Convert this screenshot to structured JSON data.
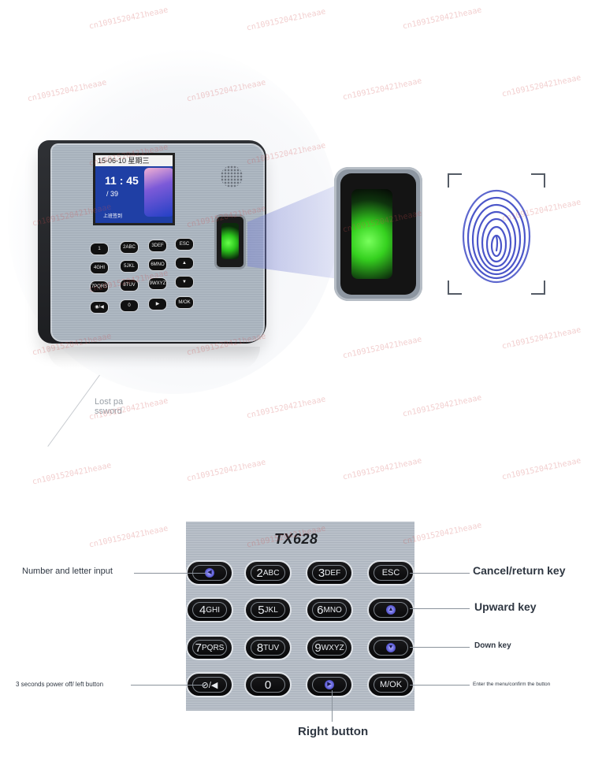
{
  "device_screen": {
    "date_line": "15-06-10  星期三",
    "time": "11 : 45",
    "seconds": "/ 39",
    "status": "上班签到"
  },
  "small_keypad": [
    "1",
    "2ABC",
    "3DEF",
    "ESC",
    "4GHI",
    "5JKL",
    "6MNO",
    "▲",
    "7PQRS",
    "8TUV",
    "9WXYZ",
    "▼",
    "◉/◀",
    "0",
    "▶",
    "M/OK"
  ],
  "lost_password_text": [
    "Lost pa",
    "ssword"
  ],
  "keypad": {
    "model": "TX628",
    "rows": [
      [
        {
          "main": "",
          "sub": "",
          "icon": "◀"
        },
        {
          "main": "2",
          "sub": "ABC"
        },
        {
          "main": "3",
          "sub": "DEF"
        },
        {
          "main": "ESC",
          "sub": ""
        }
      ],
      [
        {
          "main": "4",
          "sub": "GHI"
        },
        {
          "main": "5",
          "sub": "JKL"
        },
        {
          "main": "6",
          "sub": "MNO"
        },
        {
          "main": "",
          "sub": "",
          "icon": "▲"
        }
      ],
      [
        {
          "main": "7",
          "sub": "PQRS"
        },
        {
          "main": "8",
          "sub": "TUV"
        },
        {
          "main": "9",
          "sub": "WXYZ"
        },
        {
          "main": "",
          "sub": "",
          "icon": "▼"
        }
      ],
      [
        {
          "main": "⊘/◀",
          "sub": ""
        },
        {
          "main": "0",
          "sub": ""
        },
        {
          "main": "",
          "sub": "",
          "icon": "▶"
        },
        {
          "main": "M/OK",
          "sub": ""
        }
      ]
    ]
  },
  "callouts": {
    "number_letter": "Number and letter input",
    "cancel_return": "Cancel/return key",
    "upward": "Upward key",
    "down": "Down key",
    "power_left": "3 seconds power off/ left button",
    "menu_confirm": "Enter the menu/confirm the button",
    "right": "Right button"
  },
  "watermark_text": "cn1091520421heaae"
}
